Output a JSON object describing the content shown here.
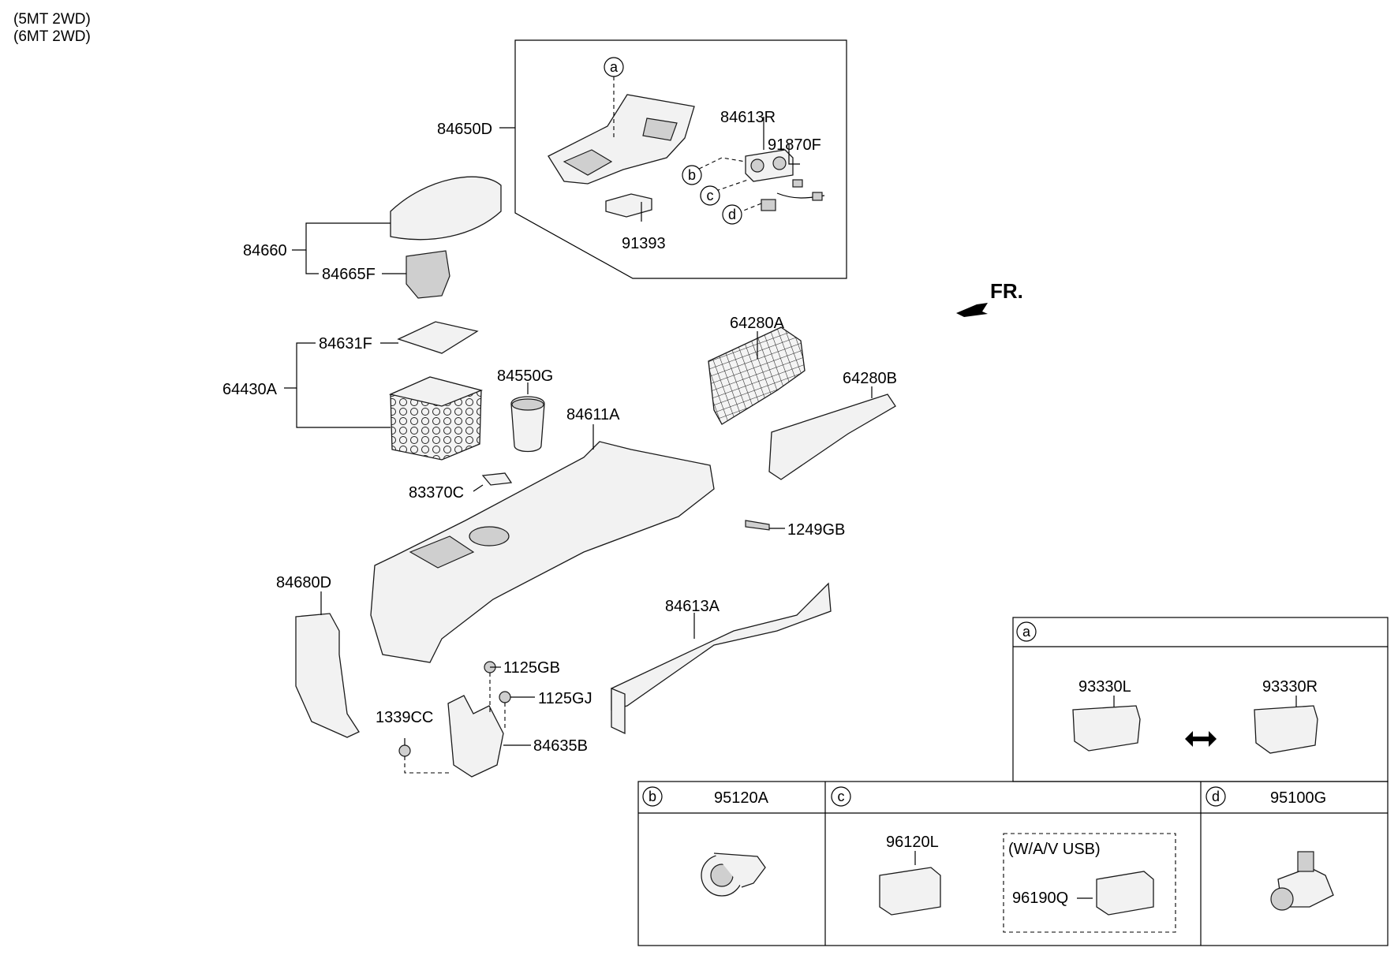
{
  "variants": [
    "(5MT 2WD)",
    "(6MT 2WD)"
  ],
  "direction": "FR.",
  "parts": {
    "p84650D": "84650D",
    "p84613R": "84613R",
    "p91870F": "91870F",
    "p91393": "91393",
    "p84660": "84660",
    "p84665F": "84665F",
    "p84631F": "84631F",
    "p64430A": "64430A",
    "p84550G": "84550G",
    "p84611A": "84611A",
    "p83370C": "83370C",
    "p1249GB": "1249GB",
    "p84680D": "84680D",
    "p1125GB": "1125GB",
    "p1125GJ": "1125GJ",
    "p1339CC": "1339CC",
    "p84635B": "84635B",
    "p84613A": "84613A",
    "p64280A": "64280A",
    "p64280B": "64280B"
  },
  "callouts": {
    "a": "a",
    "b": "b",
    "c": "c",
    "d": "d"
  },
  "detail_tables": {
    "a": {
      "left": "93330L",
      "right": "93330R"
    },
    "b": {
      "part": "95120A"
    },
    "c": {
      "part": "96120L",
      "option": "(W/A/V  USB)",
      "option_part": "96190Q"
    },
    "d": {
      "part": "95100G"
    }
  }
}
